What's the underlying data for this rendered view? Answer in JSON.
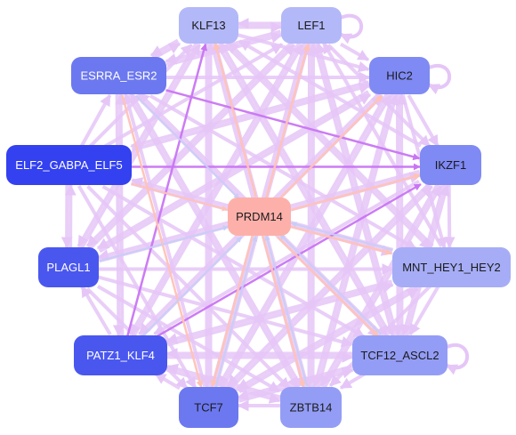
{
  "diagram": {
    "nodes": [
      {
        "id": "KLF13",
        "label": "KLF13",
        "fill": "#b3b8f8",
        "text": "#1a1a1a"
      },
      {
        "id": "LEF1",
        "label": "LEF1",
        "fill": "#b3b8f8",
        "text": "#1a1a1a"
      },
      {
        "id": "ESRRA_ESR2",
        "label": "ESRRA_ESR2",
        "fill": "#6c78ef",
        "text": "#ffffff"
      },
      {
        "id": "HIC2",
        "label": "HIC2",
        "fill": "#7f8af4",
        "text": "#1a1a1a"
      },
      {
        "id": "ELF2_GABPA_ELF5",
        "label": "ELF2_GABPA_ELF5",
        "fill": "#3341f0",
        "text": "#ffffff"
      },
      {
        "id": "IKZF1",
        "label": "IKZF1",
        "fill": "#7f8af4",
        "text": "#1a1a1a"
      },
      {
        "id": "PRDM14",
        "label": "PRDM14",
        "fill": "#fdb0aa",
        "text": "#1a1a1a"
      },
      {
        "id": "PLAGL1",
        "label": "PLAGL1",
        "fill": "#4a57ef",
        "text": "#ffffff"
      },
      {
        "id": "MNT_HEY1_HEY2",
        "label": "MNT_HEY1_HEY2",
        "fill": "#a6adf6",
        "text": "#1a1a1a"
      },
      {
        "id": "PATZ1_KLF4",
        "label": "PATZ1_KLF4",
        "fill": "#4a57ef",
        "text": "#ffffff"
      },
      {
        "id": "TCF12_ASCL2",
        "label": "TCF12_ASCL2",
        "fill": "#949df5",
        "text": "#1a1a1a"
      },
      {
        "id": "TCF7",
        "label": "TCF7",
        "fill": "#6c78ef",
        "text": "#1a1a1a"
      },
      {
        "id": "ZBTB14",
        "label": "ZBTB14",
        "fill": "#949df5",
        "text": "#1a1a1a"
      }
    ],
    "edges": [
      {
        "from": "ESRRA_ESR2",
        "to": "IKZF1",
        "color": "#c975f3",
        "width": 2.5
      },
      {
        "from": "ELF2_GABPA_ELF5",
        "to": "IKZF1",
        "color": "#c975f3",
        "width": 2.5
      },
      {
        "from": "PATZ1_KLF4",
        "to": "KLF13",
        "color": "#c975f3",
        "width": 2.5
      },
      {
        "from": "PATZ1_KLF4",
        "to": "IKZF1",
        "color": "#c975f3",
        "width": 2.5
      },
      {
        "from": "PLAGL1",
        "to": "PRDM14",
        "color": "#c8cdf7",
        "width": 2
      },
      {
        "from": "ESRRA_ESR2",
        "to": "PRDM14",
        "color": "#c8cdf7",
        "width": 2
      },
      {
        "from": "ESRRA_ESR2",
        "to": "TCF7",
        "color": "#ffc2b6",
        "width": 2.5
      },
      {
        "from": "ELF2_GABPA_ELF5",
        "to": "PRDM14",
        "color": "#ffc2b6",
        "width": 2
      },
      {
        "from": "PATZ1_KLF4",
        "to": "PRDM14",
        "color": "#c8cdf7",
        "width": 2
      },
      {
        "from": "TCF7",
        "to": "PRDM14",
        "color": "#c8cdf7",
        "width": 2
      },
      {
        "from": "ZBTB14",
        "to": "PRDM14",
        "color": "#c8cdf7",
        "width": 2
      },
      {
        "from": "TCF12_ASCL2",
        "to": "PRDM14",
        "color": "#c8cdf7",
        "width": 2
      },
      {
        "from": "MNT_HEY1_HEY2",
        "to": "PRDM14",
        "color": "#c8cdf7",
        "width": 2
      },
      {
        "from": "PRDM14",
        "to": "KLF13",
        "color": "#ffc2b6",
        "width": 2.5
      },
      {
        "from": "PRDM14",
        "to": "LEF1",
        "color": "#ffc2b6",
        "width": 2.5
      },
      {
        "from": "PRDM14",
        "to": "HIC2",
        "color": "#ffc2b6",
        "width": 2.5
      },
      {
        "from": "PRDM14",
        "to": "IKZF1",
        "color": "#ffc2b6",
        "width": 2.5
      },
      {
        "from": "PRDM14",
        "to": "MNT_HEY1_HEY2",
        "color": "#ffc2b6",
        "width": 2.5
      },
      {
        "from": "PRDM14",
        "to": "TCF12_ASCL2",
        "color": "#ffc2b6",
        "width": 2.5
      },
      {
        "from": "PRDM14",
        "to": "ZBTB14",
        "color": "#ffc2b6",
        "width": 2.5
      },
      {
        "from": "PRDM14",
        "to": "TCF7",
        "color": "#ffc2b6",
        "width": 2.5
      },
      {
        "from": "KLF13",
        "to": "LEF1",
        "color": "#e5c6f7",
        "width": 4
      },
      {
        "from": "LEF1",
        "to": "KLF13",
        "color": "#e5c6f7",
        "width": 4
      },
      {
        "from": "KLF13",
        "to": "HIC2",
        "color": "#e5c6f7",
        "width": 4
      },
      {
        "from": "LEF1",
        "to": "HIC2",
        "color": "#e5c6f7",
        "width": 4
      },
      {
        "from": "HIC2",
        "to": "IKZF1",
        "color": "#e5c6f7",
        "width": 4
      },
      {
        "from": "IKZF1",
        "to": "MNT_HEY1_HEY2",
        "color": "#e5c6f7",
        "width": 4
      },
      {
        "from": "MNT_HEY1_HEY2",
        "to": "TCF12_ASCL2",
        "color": "#e5c6f7",
        "width": 4
      },
      {
        "from": "TCF12_ASCL2",
        "to": "ZBTB14",
        "color": "#e5c6f7",
        "width": 4
      },
      {
        "from": "ZBTB14",
        "to": "TCF7",
        "color": "#e5c6f7",
        "width": 4
      },
      {
        "from": "TCF7",
        "to": "PATZ1_KLF4",
        "color": "#e5c6f7",
        "width": 4
      },
      {
        "from": "PATZ1_KLF4",
        "to": "PLAGL1",
        "color": "#e5c6f7",
        "width": 4
      },
      {
        "from": "PLAGL1",
        "to": "ELF2_GABPA_ELF5",
        "color": "#e5c6f7",
        "width": 4
      },
      {
        "from": "ELF2_GABPA_ELF5",
        "to": "PLAGL1",
        "color": "#e5c6f7",
        "width": 4
      },
      {
        "from": "ELF2_GABPA_ELF5",
        "to": "ESRRA_ESR2",
        "color": "#e5c6f7",
        "width": 4
      },
      {
        "from": "ESRRA_ESR2",
        "to": "KLF13",
        "color": "#e5c6f7",
        "width": 4
      },
      {
        "from": "KLF13",
        "to": "ESRRA_ESR2",
        "color": "#e5c6f7",
        "width": 4
      },
      {
        "from": "ESRRA_ESR2",
        "to": "LEF1",
        "color": "#e5c6f7",
        "width": 4
      },
      {
        "from": "ESRRA_ESR2",
        "to": "HIC2",
        "color": "#e5c6f7",
        "width": 4
      },
      {
        "from": "ESRRA_ESR2",
        "to": "MNT_HEY1_HEY2",
        "color": "#e5c6f7",
        "width": 4
      },
      {
        "from": "ESRRA_ESR2",
        "to": "TCF12_ASCL2",
        "color": "#e5c6f7",
        "width": 4
      },
      {
        "from": "ESRRA_ESR2",
        "to": "ZBTB14",
        "color": "#e5c6f7",
        "width": 4
      },
      {
        "from": "ESRRA_ESR2",
        "to": "PATZ1_KLF4",
        "color": "#e5c6f7",
        "width": 4
      },
      {
        "from": "ELF2_GABPA_ELF5",
        "to": "KLF13",
        "color": "#e5c6f7",
        "width": 4
      },
      {
        "from": "ELF2_GABPA_ELF5",
        "to": "LEF1",
        "color": "#e5c6f7",
        "width": 4
      },
      {
        "from": "ELF2_GABPA_ELF5",
        "to": "HIC2",
        "color": "#e5c6f7",
        "width": 4
      },
      {
        "from": "ELF2_GABPA_ELF5",
        "to": "MNT_HEY1_HEY2",
        "color": "#e5c6f7",
        "width": 4
      },
      {
        "from": "ELF2_GABPA_ELF5",
        "to": "TCF12_ASCL2",
        "color": "#e5c6f7",
        "width": 4
      },
      {
        "from": "ELF2_GABPA_ELF5",
        "to": "ZBTB14",
        "color": "#e5c6f7",
        "width": 4
      },
      {
        "from": "ELF2_GABPA_ELF5",
        "to": "TCF7",
        "color": "#e5c6f7",
        "width": 4
      },
      {
        "from": "PLAGL1",
        "to": "KLF13",
        "color": "#e5c6f7",
        "width": 4
      },
      {
        "from": "PLAGL1",
        "to": "LEF1",
        "color": "#e5c6f7",
        "width": 4
      },
      {
        "from": "PLAGL1",
        "to": "HIC2",
        "color": "#e5c6f7",
        "width": 4
      },
      {
        "from": "PLAGL1",
        "to": "IKZF1",
        "color": "#e5c6f7",
        "width": 4
      },
      {
        "from": "PLAGL1",
        "to": "MNT_HEY1_HEY2",
        "color": "#e5c6f7",
        "width": 4
      },
      {
        "from": "PLAGL1",
        "to": "TCF12_ASCL2",
        "color": "#e5c6f7",
        "width": 4
      },
      {
        "from": "PLAGL1",
        "to": "ZBTB14",
        "color": "#e5c6f7",
        "width": 4
      },
      {
        "from": "PLAGL1",
        "to": "TCF7",
        "color": "#e5c6f7",
        "width": 4
      },
      {
        "from": "PATZ1_KLF4",
        "to": "LEF1",
        "color": "#e5c6f7",
        "width": 4
      },
      {
        "from": "PATZ1_KLF4",
        "to": "HIC2",
        "color": "#e5c6f7",
        "width": 4
      },
      {
        "from": "PATZ1_KLF4",
        "to": "MNT_HEY1_HEY2",
        "color": "#e5c6f7",
        "width": 4
      },
      {
        "from": "PATZ1_KLF4",
        "to": "TCF12_ASCL2",
        "color": "#e5c6f7",
        "width": 4
      },
      {
        "from": "PATZ1_KLF4",
        "to": "ZBTB14",
        "color": "#e5c6f7",
        "width": 4
      },
      {
        "from": "PATZ1_KLF4",
        "to": "ESRRA_ESR2",
        "color": "#e5c6f7",
        "width": 4
      },
      {
        "from": "TCF7",
        "to": "KLF13",
        "color": "#e5c6f7",
        "width": 4
      },
      {
        "from": "TCF7",
        "to": "LEF1",
        "color": "#e5c6f7",
        "width": 4
      },
      {
        "from": "TCF7",
        "to": "HIC2",
        "color": "#e5c6f7",
        "width": 4
      },
      {
        "from": "TCF7",
        "to": "IKZF1",
        "color": "#e5c6f7",
        "width": 4
      },
      {
        "from": "TCF7",
        "to": "MNT_HEY1_HEY2",
        "color": "#e5c6f7",
        "width": 4
      },
      {
        "from": "TCF7",
        "to": "TCF12_ASCL2",
        "color": "#e5c6f7",
        "width": 4
      },
      {
        "from": "TCF7",
        "to": "ESRRA_ESR2",
        "color": "#e5c6f7",
        "width": 4
      },
      {
        "from": "ZBTB14",
        "to": "KLF13",
        "color": "#e5c6f7",
        "width": 4
      },
      {
        "from": "ZBTB14",
        "to": "LEF1",
        "color": "#e5c6f7",
        "width": 4
      },
      {
        "from": "ZBTB14",
        "to": "HIC2",
        "color": "#e5c6f7",
        "width": 4
      },
      {
        "from": "ZBTB14",
        "to": "IKZF1",
        "color": "#e5c6f7",
        "width": 4
      },
      {
        "from": "ZBTB14",
        "to": "ESRRA_ESR2",
        "color": "#e5c6f7",
        "width": 4
      },
      {
        "from": "ZBTB14",
        "to": "PATZ1_KLF4",
        "color": "#e5c6f7",
        "width": 4
      },
      {
        "from": "TCF12_ASCL2",
        "to": "KLF13",
        "color": "#e5c6f7",
        "width": 4
      },
      {
        "from": "TCF12_ASCL2",
        "to": "LEF1",
        "color": "#e5c6f7",
        "width": 4
      },
      {
        "from": "TCF12_ASCL2",
        "to": "HIC2",
        "color": "#e5c6f7",
        "width": 4
      },
      {
        "from": "TCF12_ASCL2",
        "to": "IKZF1",
        "color": "#e5c6f7",
        "width": 4
      },
      {
        "from": "TCF12_ASCL2",
        "to": "ESRRA_ESR2",
        "color": "#e5c6f7",
        "width": 4
      },
      {
        "from": "TCF12_ASCL2",
        "to": "PATZ1_KLF4",
        "color": "#e5c6f7",
        "width": 4
      },
      {
        "from": "TCF12_ASCL2",
        "to": "TCF7",
        "color": "#e5c6f7",
        "width": 4
      },
      {
        "from": "MNT_HEY1_HEY2",
        "to": "KLF13",
        "color": "#e5c6f7",
        "width": 4
      },
      {
        "from": "MNT_HEY1_HEY2",
        "to": "LEF1",
        "color": "#e5c6f7",
        "width": 4
      },
      {
        "from": "MNT_HEY1_HEY2",
        "to": "ELF2_GABPA_ELF5",
        "color": "#e5c6f7",
        "width": 4
      },
      {
        "from": "MNT_HEY1_HEY2",
        "to": "PATZ1_KLF4",
        "color": "#e5c6f7",
        "width": 4
      },
      {
        "from": "MNT_HEY1_HEY2",
        "to": "TCF7",
        "color": "#e5c6f7",
        "width": 4
      },
      {
        "from": "MNT_HEY1_HEY2",
        "to": "ZBTB14",
        "color": "#e5c6f7",
        "width": 4
      },
      {
        "from": "IKZF1",
        "to": "KLF13",
        "color": "#e5c6f7",
        "width": 4
      },
      {
        "from": "IKZF1",
        "to": "PLAGL1",
        "color": "#e5c6f7",
        "width": 4
      },
      {
        "from": "IKZF1",
        "to": "PATZ1_KLF4",
        "color": "#e5c6f7",
        "width": 4
      },
      {
        "from": "IKZF1",
        "to": "TCF7",
        "color": "#e5c6f7",
        "width": 4
      },
      {
        "from": "IKZF1",
        "to": "ZBTB14",
        "color": "#e5c6f7",
        "width": 4
      },
      {
        "from": "IKZF1",
        "to": "TCF12_ASCL2",
        "color": "#e5c6f7",
        "width": 4
      },
      {
        "from": "HIC2",
        "to": "ELF2_GABPA_ELF5",
        "color": "#e5c6f7",
        "width": 4
      },
      {
        "from": "HIC2",
        "to": "PLAGL1",
        "color": "#e5c6f7",
        "width": 4
      },
      {
        "from": "HIC2",
        "to": "PATZ1_KLF4",
        "color": "#e5c6f7",
        "width": 4
      },
      {
        "from": "HIC2",
        "to": "TCF7",
        "color": "#e5c6f7",
        "width": 4
      },
      {
        "from": "HIC2",
        "to": "ZBTB14",
        "color": "#e5c6f7",
        "width": 4
      },
      {
        "from": "HIC2",
        "to": "TCF12_ASCL2",
        "color": "#e5c6f7",
        "width": 4
      },
      {
        "from": "HIC2",
        "to": "MNT_HEY1_HEY2",
        "color": "#e5c6f7",
        "width": 4
      },
      {
        "from": "LEF1",
        "to": "ESRRA_ESR2",
        "color": "#e5c6f7",
        "width": 4
      },
      {
        "from": "LEF1",
        "to": "PLAGL1",
        "color": "#e5c6f7",
        "width": 4
      },
      {
        "from": "LEF1",
        "to": "PATZ1_KLF4",
        "color": "#e5c6f7",
        "width": 4
      },
      {
        "from": "LEF1",
        "to": "TCF7",
        "color": "#e5c6f7",
        "width": 4
      },
      {
        "from": "LEF1",
        "to": "ZBTB14",
        "color": "#e5c6f7",
        "width": 4
      },
      {
        "from": "LEF1",
        "to": "TCF12_ASCL2",
        "color": "#e5c6f7",
        "width": 4
      },
      {
        "from": "LEF1",
        "to": "IKZF1",
        "color": "#e5c6f7",
        "width": 4
      },
      {
        "from": "KLF13",
        "to": "PLAGL1",
        "color": "#e5c6f7",
        "width": 4
      },
      {
        "from": "KLF13",
        "to": "TCF7",
        "color": "#e5c6f7",
        "width": 4
      },
      {
        "from": "KLF13",
        "to": "ZBTB14",
        "color": "#e5c6f7",
        "width": 4
      },
      {
        "from": "KLF13",
        "to": "TCF12_ASCL2",
        "color": "#e5c6f7",
        "width": 4
      },
      {
        "from": "KLF13",
        "to": "MNT_HEY1_HEY2",
        "color": "#e5c6f7",
        "width": 4
      }
    ],
    "self_loops": [
      {
        "node": "LEF1",
        "color": "#e5c6f7",
        "side": "right"
      },
      {
        "node": "HIC2",
        "color": "#e5c6f7",
        "side": "right"
      },
      {
        "node": "TCF12_ASCL2",
        "color": "#e5c6f7",
        "side": "right"
      }
    ]
  }
}
